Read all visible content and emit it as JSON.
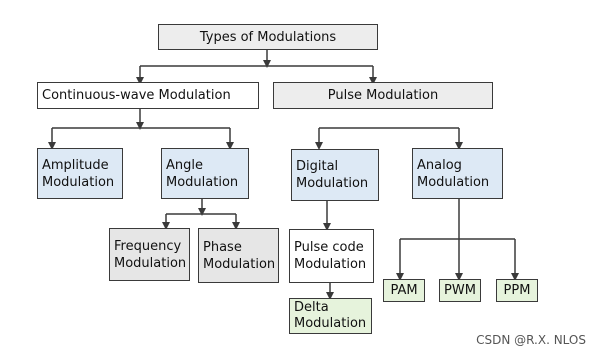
{
  "nodes": {
    "root": "Types of Modulations",
    "continuous": "Continuous-wave Modulation",
    "pulse": "Pulse Modulation",
    "amplitude": "Amplitude\nModulation",
    "angle": "Angle\nModulation",
    "digital": "Digital\nModulation",
    "analog": "Analog\nModulation",
    "frequency": "Frequency\nModulation",
    "phase": "Phase\nModulation",
    "pulse_code": "Pulse code\nModulation",
    "delta": "Delta\nModulation",
    "pam": "PAM",
    "pwm": "PWM",
    "ppm": "PPM"
  },
  "watermark": "CSDN @R.X. NLOS",
  "colors": {
    "gray_fill": "#ededed",
    "blue_fill": "#dde9f5",
    "green_fill": "#e6f3dc",
    "light_gray_fill": "#e6e6e6",
    "line": "#3a3a3a"
  }
}
